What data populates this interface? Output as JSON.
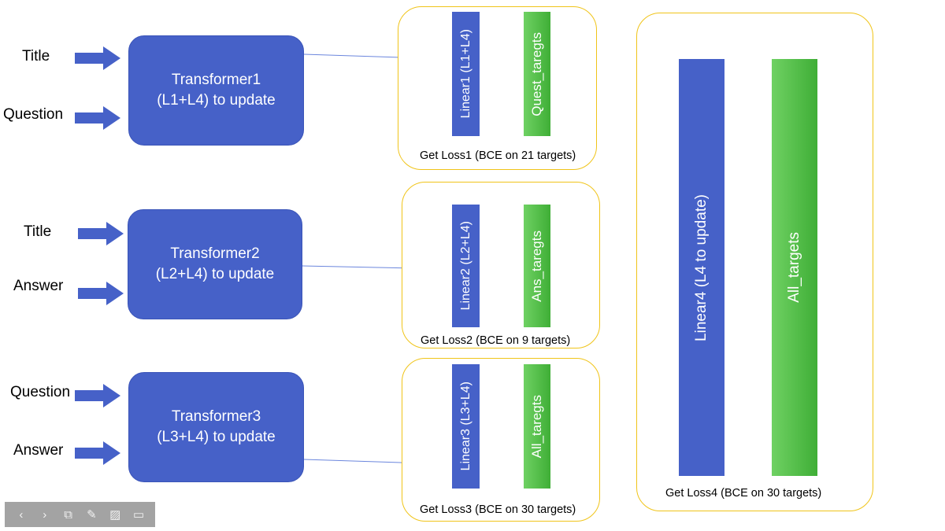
{
  "inputs": {
    "t1_a": "Title",
    "t1_b": "Question",
    "t2_a": "Title",
    "t2_b": "Answer",
    "t3_a": "Question",
    "t3_b": "Answer"
  },
  "transformers": [
    {
      "line1": "Transformer1",
      "line2": "(L1+L4) to update"
    },
    {
      "line1": "Transformer2",
      "line2": "(L2+L4) to update"
    },
    {
      "line1": "Transformer3",
      "line2": "(L3+L4) to update"
    }
  ],
  "groups": [
    {
      "linear": "Linear1 (L1+L4)",
      "targets": "Quest_taregts",
      "loss": "Get Loss1 (BCE on 21 targets)"
    },
    {
      "linear": "Linear2 (L2+L4)",
      "targets": "Ans_taregts",
      "loss": "Get Loss2 (BCE on 9 targets)"
    },
    {
      "linear": "Linear3 (L3+L4)",
      "targets": "All_taregts",
      "loss": "Get Loss3 (BCE on 30 targets)"
    },
    {
      "linear": "Linear4 (L4 to update)",
      "targets": "All_targets",
      "loss": "Get Loss4 (BCE on 30 targets)"
    }
  ],
  "colors": {
    "block_blue": "#4661c8",
    "target_green": "#4dbb44",
    "group_border": "#f0c419"
  },
  "toolbar": {
    "icons": [
      "previous-icon",
      "next-icon",
      "slides-icon",
      "pen-icon",
      "screen-icon",
      "presenter-icon"
    ],
    "prev": "‹",
    "next": "›",
    "slides": "⧉",
    "pen": "✎",
    "screen": "▨",
    "presenter": "▭"
  }
}
